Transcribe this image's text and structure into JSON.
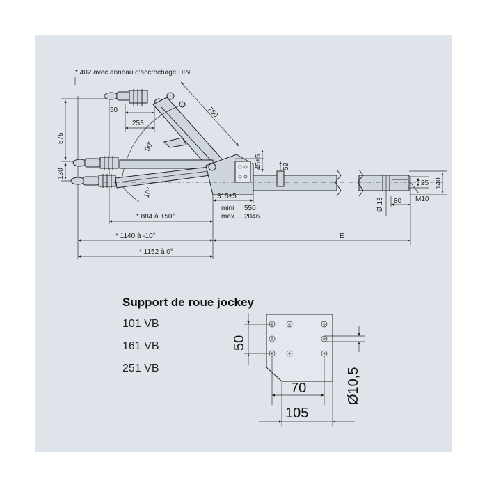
{
  "drawing": {
    "note": "* 402 avec anneau d'accrochage DIN",
    "dims": {
      "d575": "575",
      "d130": "130",
      "d50": "50",
      "d253": "253",
      "d750": "750",
      "d50deg": "50°",
      "d10deg": "10°",
      "d45": "45±5",
      "d59": "59",
      "d315": "315±5",
      "mini_label": "mini",
      "mini_value": "550",
      "max_label": "max.",
      "max_value": "2046",
      "d884": "* 884 à +50°",
      "d1140": "* 1140 à -10°",
      "d1152": "* 1152 à 0°",
      "dE": "E",
      "d13": "Ø 13",
      "d80": "80",
      "dM10": "M10",
      "d25": "25",
      "d140": "140"
    }
  },
  "jockey": {
    "title": "Support de roue jockey",
    "models": [
      "101 VB",
      "161 VB",
      "251 VB"
    ],
    "dims": {
      "d50": "50",
      "d70": "70",
      "d105": "105",
      "d105hole": "Ø10,5"
    }
  }
}
